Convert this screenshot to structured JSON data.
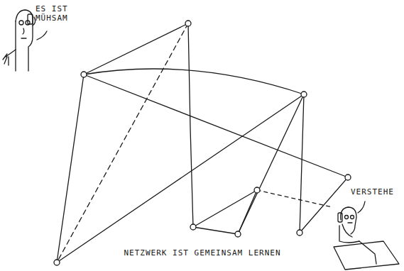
{
  "diagram": {
    "caption": "NETZWERK IST GEMEINSAM LERNEN",
    "labels": [
      "ES IST MÜHSAM",
      "VERSTEHE"
    ]
  }
}
